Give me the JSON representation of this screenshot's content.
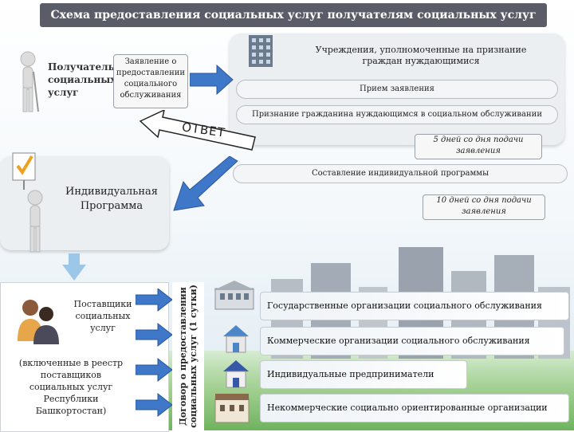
{
  "title": "Схема предоставления социальных услуг получателям социальных услуг",
  "recipient": {
    "lines": [
      "Получатель",
      "социальных",
      "услуг"
    ]
  },
  "application_scroll": {
    "lines": [
      "Заявление о",
      "предоставлении",
      "социального",
      "обслуживания"
    ]
  },
  "institutions": {
    "lines": [
      "Учреждения, уполномоченные  на признание",
      "граждан нуждающимися"
    ]
  },
  "step_receive": "Прием заявления",
  "step_recognition": "Признание гражданина нуждающимся в социальном обслуживании",
  "answer_label": "ОТВЕТ",
  "deadline_5": {
    "lines": [
      "5  дней со дня  подачи",
      "заявления"
    ]
  },
  "step_program": "Составление  индивидуальной программы",
  "individual_program": {
    "lines": [
      "Индивидуальная",
      "Программа"
    ]
  },
  "deadline_10": {
    "lines": [
      "10 дней со дня  подачи",
      "заявления"
    ]
  },
  "providers": {
    "lines": [
      "Поставщики",
      "социальных",
      "услуг"
    ]
  },
  "registry": {
    "lines": [
      "(включенные в реестр",
      "поставщиков",
      "социальных услуг",
      "Республики",
      "Башкортостан)"
    ]
  },
  "contract": {
    "lines": [
      "Договор о предоставлении",
      "социальных услуг (1 сутки)"
    ]
  },
  "organizations": [
    "Государственные организации социального обслуживания",
    "Коммерческие организации социального обслуживания",
    "Индивидуальные предприниматели",
    "Некоммерческие социально ориентированные организации"
  ],
  "colors": {
    "arrow_blue": "#3f77c9",
    "title_bg": "#5a5d68",
    "panel": "#eceff2",
    "checkmark": "#f0a020"
  },
  "icons": [
    "person-figure-icon",
    "building-icon",
    "checklist-person-icon",
    "two-people-icon",
    "house-icon"
  ]
}
